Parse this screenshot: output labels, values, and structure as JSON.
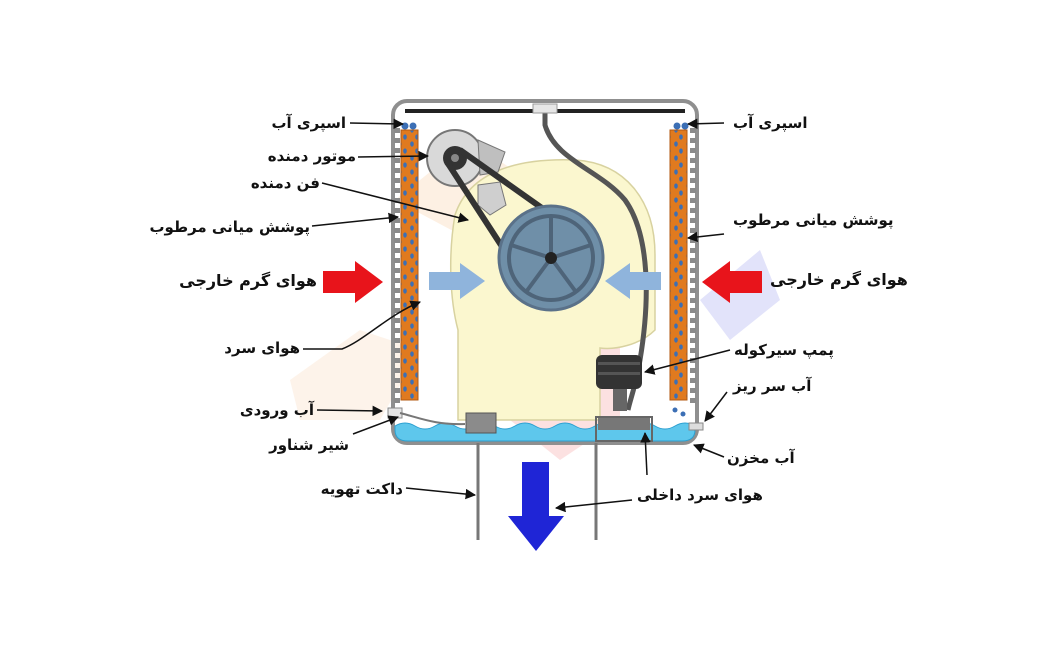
{
  "colors": {
    "frame": "#8f8f8f",
    "pad": "#e07a1f",
    "pad_dots": "#3c6fb5",
    "fan_housing": "#fbf7cf",
    "wheel": "#6f8fa8",
    "water": "#5ec7ec",
    "hot_air_arrow": "#e8141b",
    "cool_air_arrow": "#8fb4dc",
    "outflow_arrow": "#1f25d6",
    "pump": "#333333"
  },
  "labels": {
    "spray_left": "اسپری آب",
    "spray_right": "اسپری آب",
    "blower_motor": "موتور دمنده",
    "blower_fan": "فن دمنده",
    "wet_pad_left": "پوشش میانی مرطوب",
    "wet_pad_right": "پوشش میانی مرطوب",
    "hot_air_left": "هوای گرم خارجی",
    "hot_air_right": "هوای گرم خارجی",
    "cool_air": "هوای سرد",
    "circulation_pump": "پمپ سیرکوله",
    "overflow": "آب سر ریز",
    "water_inlet": "آب ورودی",
    "float_valve": "شیر شناور",
    "reservoir": "آب مخزن",
    "duct": "داکت تهویه",
    "inner_cool_air": "هوای سرد داخلی"
  },
  "icons": [
    "hot-air-arrow-icon",
    "cool-air-arrow-icon",
    "outflow-arrow-icon",
    "water-drop-icon"
  ]
}
